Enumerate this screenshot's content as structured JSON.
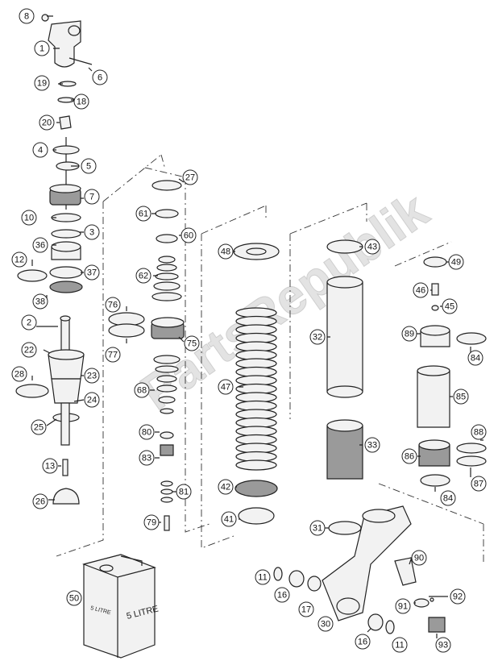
{
  "watermark": "PartsRepublik",
  "can": {
    "label_front": "5 LITRE",
    "label_side": "5 LITRE"
  },
  "callouts": [
    {
      "id": "c8",
      "num": "8"
    },
    {
      "id": "c1",
      "num": "1"
    },
    {
      "id": "c6",
      "num": "6"
    },
    {
      "id": "c19",
      "num": "19"
    },
    {
      "id": "c18",
      "num": "18"
    },
    {
      "id": "c20",
      "num": "20"
    },
    {
      "id": "c4",
      "num": "4"
    },
    {
      "id": "c5",
      "num": "5"
    },
    {
      "id": "c7",
      "num": "7"
    },
    {
      "id": "c10",
      "num": "10"
    },
    {
      "id": "c3",
      "num": "3"
    },
    {
      "id": "c36",
      "num": "36"
    },
    {
      "id": "c12",
      "num": "12"
    },
    {
      "id": "c37",
      "num": "37"
    },
    {
      "id": "c38",
      "num": "38"
    },
    {
      "id": "c2",
      "num": "2"
    },
    {
      "id": "c22",
      "num": "22"
    },
    {
      "id": "c28",
      "num": "28"
    },
    {
      "id": "c23",
      "num": "23"
    },
    {
      "id": "c24",
      "num": "24"
    },
    {
      "id": "c25",
      "num": "25"
    },
    {
      "id": "c13",
      "num": "13"
    },
    {
      "id": "c26",
      "num": "26"
    },
    {
      "id": "c27",
      "num": "27"
    },
    {
      "id": "c61",
      "num": "61"
    },
    {
      "id": "c60",
      "num": "60"
    },
    {
      "id": "c62",
      "num": "62"
    },
    {
      "id": "c76",
      "num": "76"
    },
    {
      "id": "c77",
      "num": "77"
    },
    {
      "id": "c75",
      "num": "75"
    },
    {
      "id": "c68",
      "num": "68"
    },
    {
      "id": "c80",
      "num": "80"
    },
    {
      "id": "c83",
      "num": "83"
    },
    {
      "id": "c81",
      "num": "81"
    },
    {
      "id": "c79",
      "num": "79"
    },
    {
      "id": "c48",
      "num": "48"
    },
    {
      "id": "c47",
      "num": "47"
    },
    {
      "id": "c42",
      "num": "42"
    },
    {
      "id": "c41",
      "num": "41"
    },
    {
      "id": "c43",
      "num": "43"
    },
    {
      "id": "c32",
      "num": "32"
    },
    {
      "id": "c33",
      "num": "33"
    },
    {
      "id": "c31",
      "num": "31"
    },
    {
      "id": "c49",
      "num": "49"
    },
    {
      "id": "c46",
      "num": "46"
    },
    {
      "id": "c45",
      "num": "45"
    },
    {
      "id": "c89",
      "num": "89"
    },
    {
      "id": "c84a",
      "num": "84"
    },
    {
      "id": "c85",
      "num": "85"
    },
    {
      "id": "c88",
      "num": "88"
    },
    {
      "id": "c86",
      "num": "86"
    },
    {
      "id": "c87",
      "num": "87"
    },
    {
      "id": "c84b",
      "num": "84"
    },
    {
      "id": "c90",
      "num": "90"
    },
    {
      "id": "c11a",
      "num": "11"
    },
    {
      "id": "c16a",
      "num": "16"
    },
    {
      "id": "c17",
      "num": "17"
    },
    {
      "id": "c30",
      "num": "30"
    },
    {
      "id": "c16b",
      "num": "16"
    },
    {
      "id": "c11b",
      "num": "11"
    },
    {
      "id": "c91",
      "num": "91"
    },
    {
      "id": "c92",
      "num": "92"
    },
    {
      "id": "c93",
      "num": "93"
    },
    {
      "id": "c50",
      "num": "50"
    }
  ]
}
